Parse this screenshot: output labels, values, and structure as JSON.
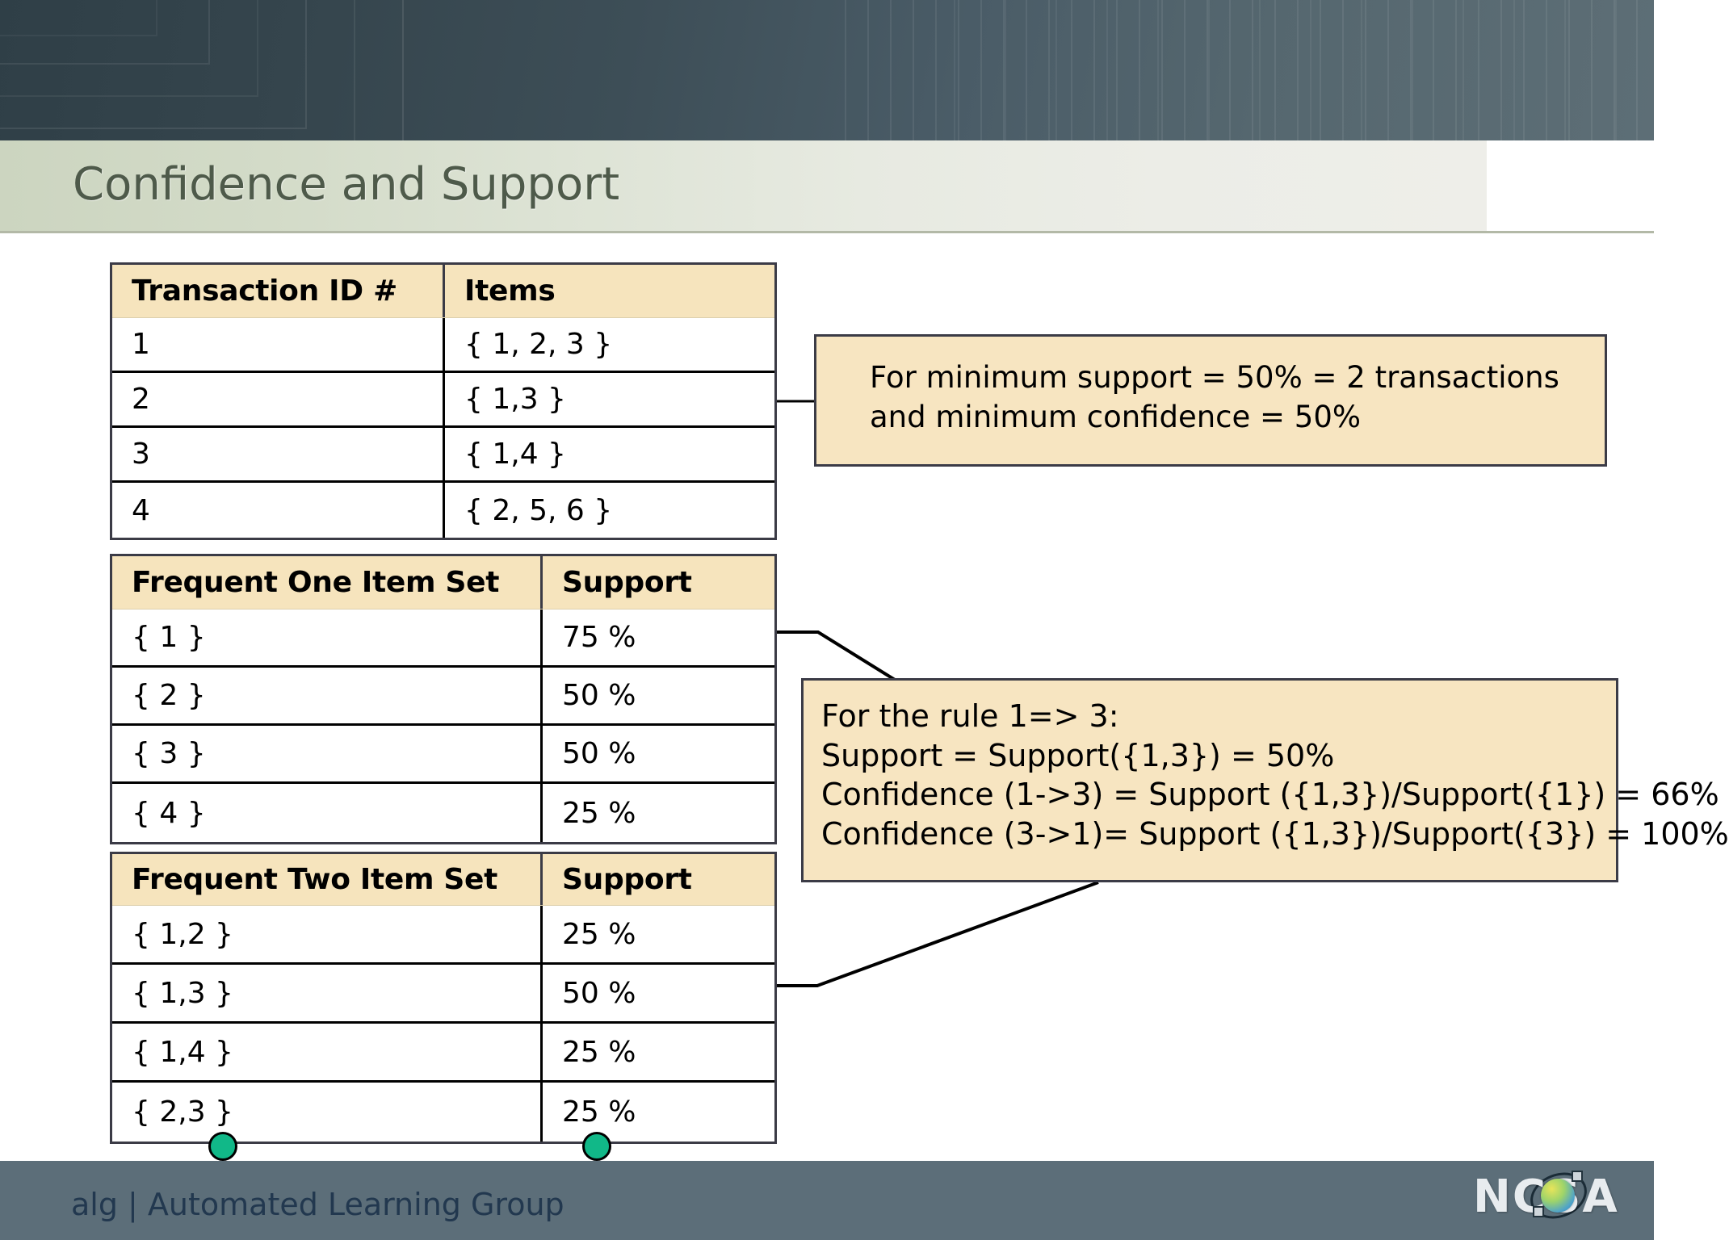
{
  "slide": {
    "title": "Confidence and Support"
  },
  "tables": {
    "transactions": {
      "name": "transaction-table",
      "headers": [
        "Transaction ID #",
        "Items"
      ],
      "rows": [
        [
          "1",
          "{ 1, 2, 3 }"
        ],
        [
          "2",
          "{ 1,3 }"
        ],
        [
          "3",
          "{ 1,4 }"
        ],
        [
          "4",
          "{ 2, 5, 6 }"
        ]
      ]
    },
    "one_item": {
      "name": "frequent-one-item-set-table",
      "headers": [
        "Frequent One Item Set",
        "Support"
      ],
      "rows": [
        [
          "{ 1 }",
          "75 %"
        ],
        [
          "{ 2 }",
          "50 %"
        ],
        [
          "{ 3 }",
          "50 %"
        ],
        [
          "{ 4 }",
          "25 %"
        ]
      ]
    },
    "two_item": {
      "name": "frequent-two-item-set-table",
      "headers": [
        "Frequent Two Item Set",
        "Support"
      ],
      "rows": [
        [
          "{ 1,2 }",
          "25 %"
        ],
        [
          "{ 1,3 }",
          "50 %"
        ],
        [
          "{ 1,4 }",
          "25 %"
        ],
        [
          "{ 2,3 }",
          "25 %"
        ]
      ]
    }
  },
  "callouts": {
    "min_support": {
      "lines": [
        "For minimum support = 50% = 2 transactions",
        "and minimum confidence = 50%"
      ]
    },
    "rule": {
      "lines": [
        "For the rule 1=> 3:",
        "Support = Support({1,3}) = 50%",
        "Confidence (1->3) = Support ({1,3})/Support({1}) = 66%",
        "Confidence (3->1)= Support ({1,3})/Support({3}) = 100%"
      ]
    }
  },
  "footer": {
    "text": "alg | Automated Learning Group",
    "logo_text": "NCSA",
    "logo_icon": "globe-icon"
  },
  "colors": {
    "banner_dark": "#3d4e57",
    "title_band_green": "#ccd5c0",
    "title_text": "#4e5a4a",
    "table_header_beige": "#f6e4bd",
    "callout_beige": "#f7e5c1",
    "border_dark": "#3b3b46",
    "footer_bar": "#5c6e79",
    "footer_text": "#22384f",
    "handle_green": "#11b888"
  }
}
